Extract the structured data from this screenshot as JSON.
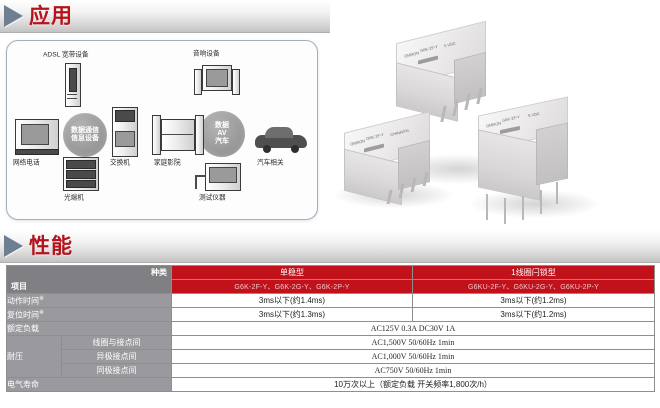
{
  "sections": {
    "application": {
      "title": "应用",
      "triangle_icon": "play-triangle-icon"
    },
    "performance": {
      "title": "性能",
      "triangle_icon": "play-triangle-icon"
    }
  },
  "colors": {
    "title_red": "#b5121b",
    "table_header_red": "#c1121c",
    "table_header_gray": "#807f83",
    "row_label_gray": "#9a999d",
    "triangle_blue_gray": "#6e7f92"
  },
  "application_diagram": {
    "labels": [
      {
        "id": "adsl",
        "text": "ADSL 宽带设备"
      },
      {
        "id": "audio",
        "text": "音响设备"
      },
      {
        "id": "network",
        "text": "网络电话"
      },
      {
        "id": "optical",
        "text": "光端机"
      },
      {
        "id": "switch",
        "text": "交换机"
      },
      {
        "id": "home_av",
        "text": "家庭影院"
      },
      {
        "id": "car",
        "text": "汽车相关"
      },
      {
        "id": "instrument",
        "text": "测试仪器"
      }
    ],
    "circles": [
      {
        "id": "data-comm",
        "lines": [
          "数据通信",
          "信息设备"
        ]
      },
      {
        "id": "data-av-car",
        "lines": [
          "数据",
          "AV",
          "汽车"
        ]
      }
    ]
  },
  "relay_photo": {
    "caption": "",
    "brand": "OMRON",
    "marks": [
      "OMRON",
      "G6K-2F-Y",
      "5  VDC",
      "CHINA/FN"
    ],
    "count": 3
  },
  "performance_table": {
    "corner": {
      "kind": "种类",
      "item": "项目"
    },
    "columns": [
      {
        "title": "单稳型",
        "models": "G6K-2F-Y、G6K-2G-Y、G6K-2P-Y"
      },
      {
        "title": "1线圈闩锁型",
        "models": "G6KU-2F-Y、G6KU-2G-Y、G6KU-2P-Y"
      }
    ],
    "rows": [
      {
        "label": "动作时间",
        "note": "※",
        "sub": null,
        "span": false,
        "values": [
          "3ms以下(约1.4ms)",
          "3ms以下(约1.2ms)"
        ]
      },
      {
        "label": "复位时间",
        "note": "※",
        "sub": null,
        "span": false,
        "values": [
          "3ms以下(约1.3ms)",
          "3ms以下(约1.2ms)"
        ]
      },
      {
        "label": "额定负载",
        "note": "",
        "sub": null,
        "span": true,
        "values": [
          "AC125V  0.3A   DC30V  1A"
        ]
      },
      {
        "label": "耐压",
        "note": "",
        "sub": "线圈与接点间",
        "span": true,
        "values": [
          "AC1,500V  50/60Hz  1min"
        ]
      },
      {
        "label": "",
        "note": "",
        "sub": "异极接点间",
        "span": true,
        "values": [
          "AC1,000V  50/60Hz  1min"
        ]
      },
      {
        "label": "",
        "note": "",
        "sub": "同极接点间",
        "span": true,
        "values": [
          "AC750V  50/60Hz  1min"
        ]
      },
      {
        "label": "电气寿命",
        "note": "",
        "sub": null,
        "span": true,
        "values": [
          "10万次以上（额定负载  开关频率1,800次/h）"
        ]
      }
    ],
    "merged_label_rowspan_耐压": 3
  }
}
